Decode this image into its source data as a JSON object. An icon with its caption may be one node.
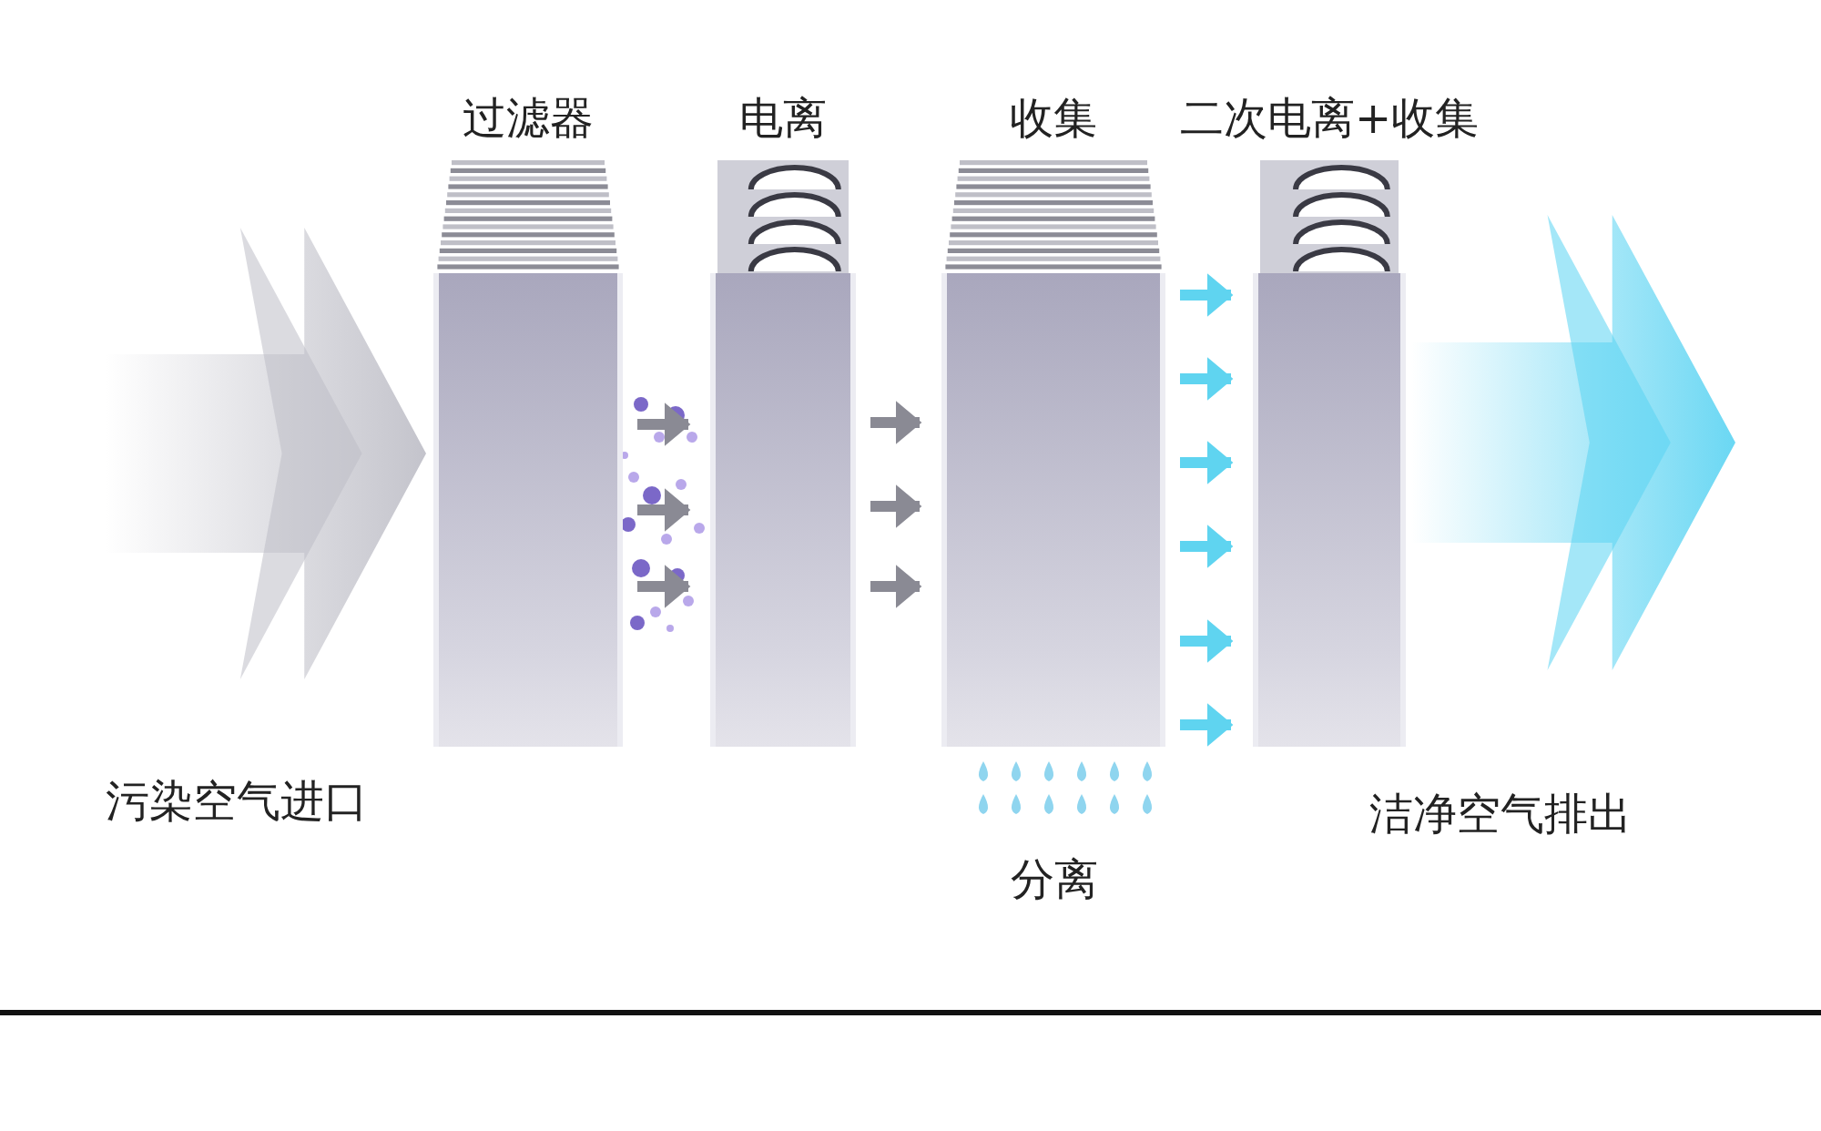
{
  "diagram": {
    "nodes": [
      {
        "text": [],
        "shape": "arrow"
      },
      {
        "text": [
          "过滤器"
        ]
      },
      {
        "text": [
          "电离"
        ]
      },
      {
        "text": [
          "收集"
        ]
      },
      {
        "text": [
          "二次电离+收集"
        ]
      },
      {
        "text": [],
        "shape": "arrow"
      }
    ],
    "edges": [
      {
        "from": 1,
        "to": 2,
        "arrow": "to",
        "color": "#8a8a94"
      },
      {
        "from": 1,
        "to": 2,
        "arrow": "to",
        "color": "#8a8a94"
      },
      {
        "from": 1,
        "to": 2,
        "arrow": "to",
        "color": "#8a8a94"
      },
      {
        "from": 2,
        "to": 3,
        "arrow": "to",
        "color": "#8a8a94"
      },
      {
        "from": 2,
        "to": 3,
        "arrow": "to",
        "color": "#8a8a94"
      },
      {
        "from": 2,
        "to": 3,
        "arrow": "to",
        "color": "#8a8a94"
      },
      {
        "from": 3,
        "to": 4,
        "arrow": "to",
        "color": "#5fd4f0"
      },
      {
        "from": 3,
        "to": 4,
        "arrow": "to",
        "color": "#5fd4f0"
      },
      {
        "from": 3,
        "to": 4,
        "arrow": "to",
        "color": "#5fd4f0"
      },
      {
        "from": 3,
        "to": 4,
        "arrow": "to",
        "color": "#5fd4f0"
      },
      {
        "from": 3,
        "to": 4,
        "arrow": "to",
        "color": "#5fd4f0"
      },
      {
        "from": 3,
        "to": 4,
        "arrow": "to",
        "color": "#5fd4f0"
      }
    ],
    "labels": [
      "污染空气进口",
      "分离",
      "洁净空气排出"
    ]
  }
}
